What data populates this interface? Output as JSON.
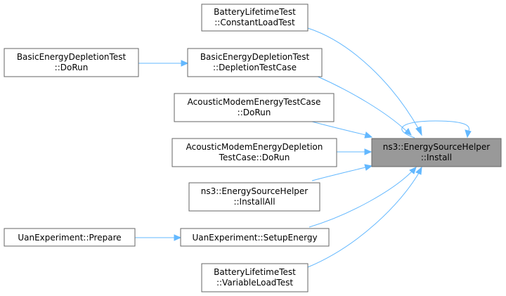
{
  "graph": {
    "focus": {
      "line1": "ns3::EnergySourceHelper",
      "line2": "::Install"
    },
    "callers": {
      "constant_load": {
        "line1": "BatteryLifetimeTest",
        "line2": "::ConstantLoadTest"
      },
      "basic_do_run": {
        "line1": "BasicEnergyDepletionTest",
        "line2": "::DoRun"
      },
      "depletion_case": {
        "line1": "BasicEnergyDepletionTest",
        "line2": "::DepletionTestCase"
      },
      "acoustic_do_run": {
        "line1": "AcousticModemEnergyTestCase",
        "line2": "::DoRun"
      },
      "acoustic_depletion": {
        "line1": "AcousticModemEnergyDepletion",
        "line2": "TestCase::DoRun"
      },
      "install_all": {
        "line1": "ns3::EnergySourceHelper",
        "line2": "::InstallAll"
      },
      "uan_prepare": {
        "line1": "UanExperiment::Prepare"
      },
      "uan_setup_energy": {
        "line1": "UanExperiment::SetupEnergy"
      },
      "variable_load": {
        "line1": "BatteryLifetimeTest",
        "line2": "::VariableLoadTest"
      }
    },
    "edge_color": "#63b8ff",
    "focus_fill": "#999999"
  }
}
